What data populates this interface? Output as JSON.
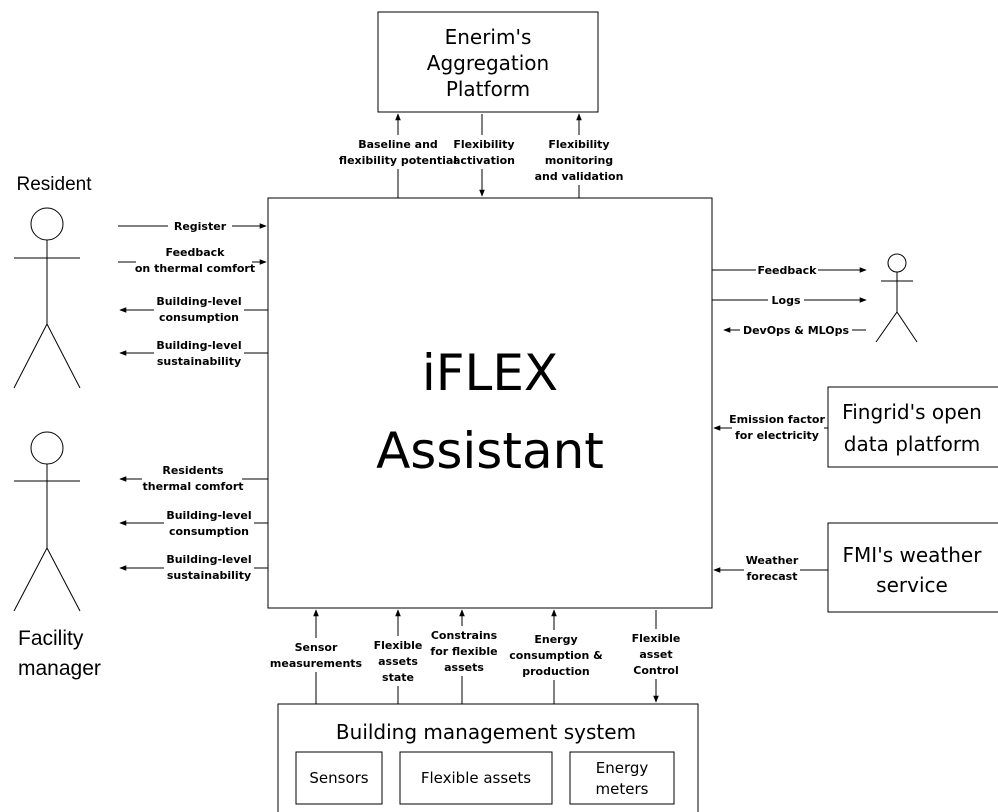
{
  "center": {
    "line1": "iFLEX",
    "line2": "Assistant"
  },
  "enerim": {
    "lines": [
      "Enerim's",
      "Aggregation",
      "Platform"
    ]
  },
  "fingrid": {
    "lines": [
      "Fingrid's open",
      "data platform"
    ]
  },
  "fmi": {
    "lines": [
      "FMI's weather",
      "service"
    ]
  },
  "bms": {
    "title": "Building management system",
    "sensors": "Sensors",
    "flexible_assets": "Flexible assets",
    "energy_meters": [
      "Energy",
      "meters"
    ]
  },
  "actors": {
    "resident": "Resident",
    "facility_manager": [
      "Facility",
      "manager"
    ]
  },
  "flows": {
    "baseline": [
      "Baseline and",
      "flexibility potential"
    ],
    "activation": [
      "Flexibility",
      "activation"
    ],
    "monitoring": [
      "Flexibility",
      "monitoring",
      "and validation"
    ],
    "register": "Register",
    "feedback_thermal": [
      "Feedback",
      "on thermal comfort"
    ],
    "res_consumption": [
      "Building-level",
      "consumption"
    ],
    "res_sustainability": [
      "Building-level",
      "sustainability"
    ],
    "fm_thermal": [
      "Residents",
      "thermal comfort"
    ],
    "fm_consumption": [
      "Building-level",
      "consumption"
    ],
    "fm_sustainability": [
      "Building-level",
      "sustainability"
    ],
    "feedback": "Feedback",
    "logs": "Logs",
    "devops": "DevOps & MLOps",
    "emission": [
      "Emission factor",
      "for electricity"
    ],
    "weather": [
      "Weather",
      "forecast"
    ],
    "sensor_meas": [
      "Sensor",
      "measurements"
    ],
    "flex_state": [
      "Flexible",
      "assets",
      "state"
    ],
    "constraints": [
      "Constrains",
      "for flexible",
      "assets"
    ],
    "energy_cons": [
      "Energy",
      "consumption &",
      "production"
    ],
    "flex_control": [
      "Flexible",
      "asset",
      "Control"
    ]
  }
}
